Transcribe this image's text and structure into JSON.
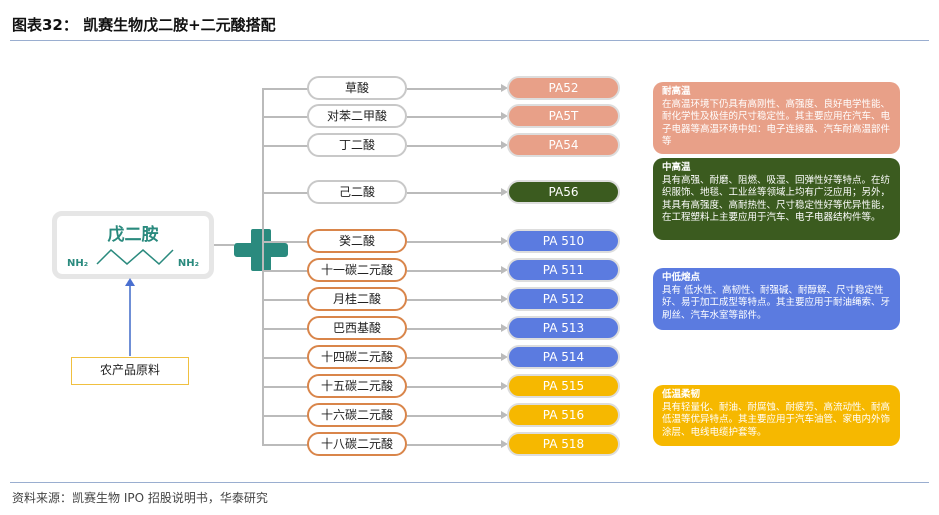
{
  "title": "图表32：  凯赛生物戊二胺+二元酸搭配",
  "footer": "资料来源：凯赛生物 IPO 招股说明书，华泰研究",
  "diamine": {
    "name": "戊二胺",
    "left_group": "NH₂",
    "right_group": "NH₂"
  },
  "raw_material": "农产品原料",
  "colors": {
    "salmon": "#E8A088",
    "green": "#3B5B1F",
    "blue": "#5B7BE0",
    "yellow": "#F6B800",
    "teal": "#2A8A7E"
  },
  "rows": [
    {
      "acid": "草酸",
      "product": "PA52",
      "color": "salmon"
    },
    {
      "acid": "对苯二甲酸",
      "product": "PA5T",
      "color": "salmon"
    },
    {
      "acid": "丁二酸",
      "product": "PA54",
      "color": "salmon"
    },
    {
      "acid": "己二酸",
      "product": "PA56",
      "color": "green"
    },
    {
      "acid": "癸二酸",
      "product": "PA 510",
      "color": "blue"
    },
    {
      "acid": "十一碳二元酸",
      "product": "PA 511",
      "color": "blue"
    },
    {
      "acid": "月桂二酸",
      "product": "PA 512",
      "color": "blue"
    },
    {
      "acid": "巴西基酸",
      "product": "PA 513",
      "color": "blue"
    },
    {
      "acid": "十四碳二元酸",
      "product": "PA 514",
      "color": "blue"
    },
    {
      "acid": "十五碳二元酸",
      "product": "PA 515",
      "color": "yellow"
    },
    {
      "acid": "十六碳二元酸",
      "product": "PA 516",
      "color": "yellow"
    },
    {
      "acid": "十八碳二元酸",
      "product": "PA 518",
      "color": "yellow"
    }
  ],
  "boxes": [
    {
      "title": "耐高温",
      "text": "在高温环境下仍具有高刚性、高强度、良好电学性能、耐化学性及极佳的尺寸稳定性。其主要应用在汽车、电子电器等高温环境中如：电子连接器、汽车耐高温部件等"
    },
    {
      "title": "中高温",
      "text": "具有高强、耐磨、阻燃、吸湿、回弹性好等特点。在纺织服饰、地毯、工业丝等领域上均有广泛应用；另外，其具有高强度、高耐热性、尺寸稳定性好等优异性能，在工程塑料上主要应用于汽车、电子电器结构件等。"
    },
    {
      "title": "中低熔点",
      "text": "具有 低水性、高韧性、耐强碱、耐醇解、尺寸稳定性好、易于加工成型等特点。其主要应用于耐油绳索、牙刷丝、汽车水室等部件。"
    },
    {
      "title": "低温柔韧",
      "text": "具有轻量化、耐油、耐腐蚀、耐疲劳、高流动性、耐高低温等优异特点。其主要应用于汽车油管、家电内外饰涂层、电线电缆护套等。"
    }
  ]
}
